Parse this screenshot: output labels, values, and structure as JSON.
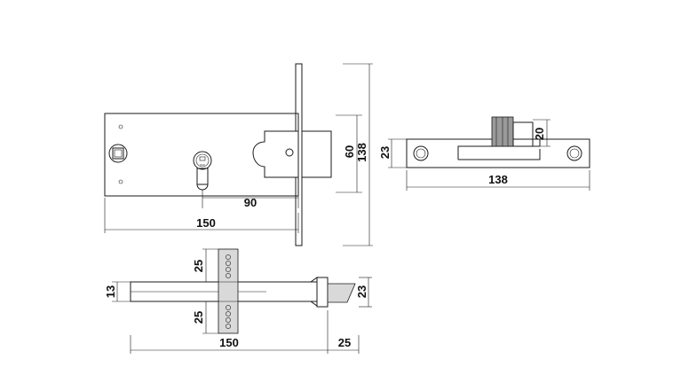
{
  "front_view": {
    "width_label": "150",
    "backset_label": "90",
    "height_label": "138",
    "case_height_label": "60"
  },
  "top_view": {
    "length_label": "138",
    "height_label": "23",
    "bolt_label": "20"
  },
  "side_view": {
    "upper_label": "25",
    "lower_label": "25",
    "thickness_label": "13",
    "faceplate_label": "23",
    "length_label": "150",
    "throw_label": "25"
  }
}
